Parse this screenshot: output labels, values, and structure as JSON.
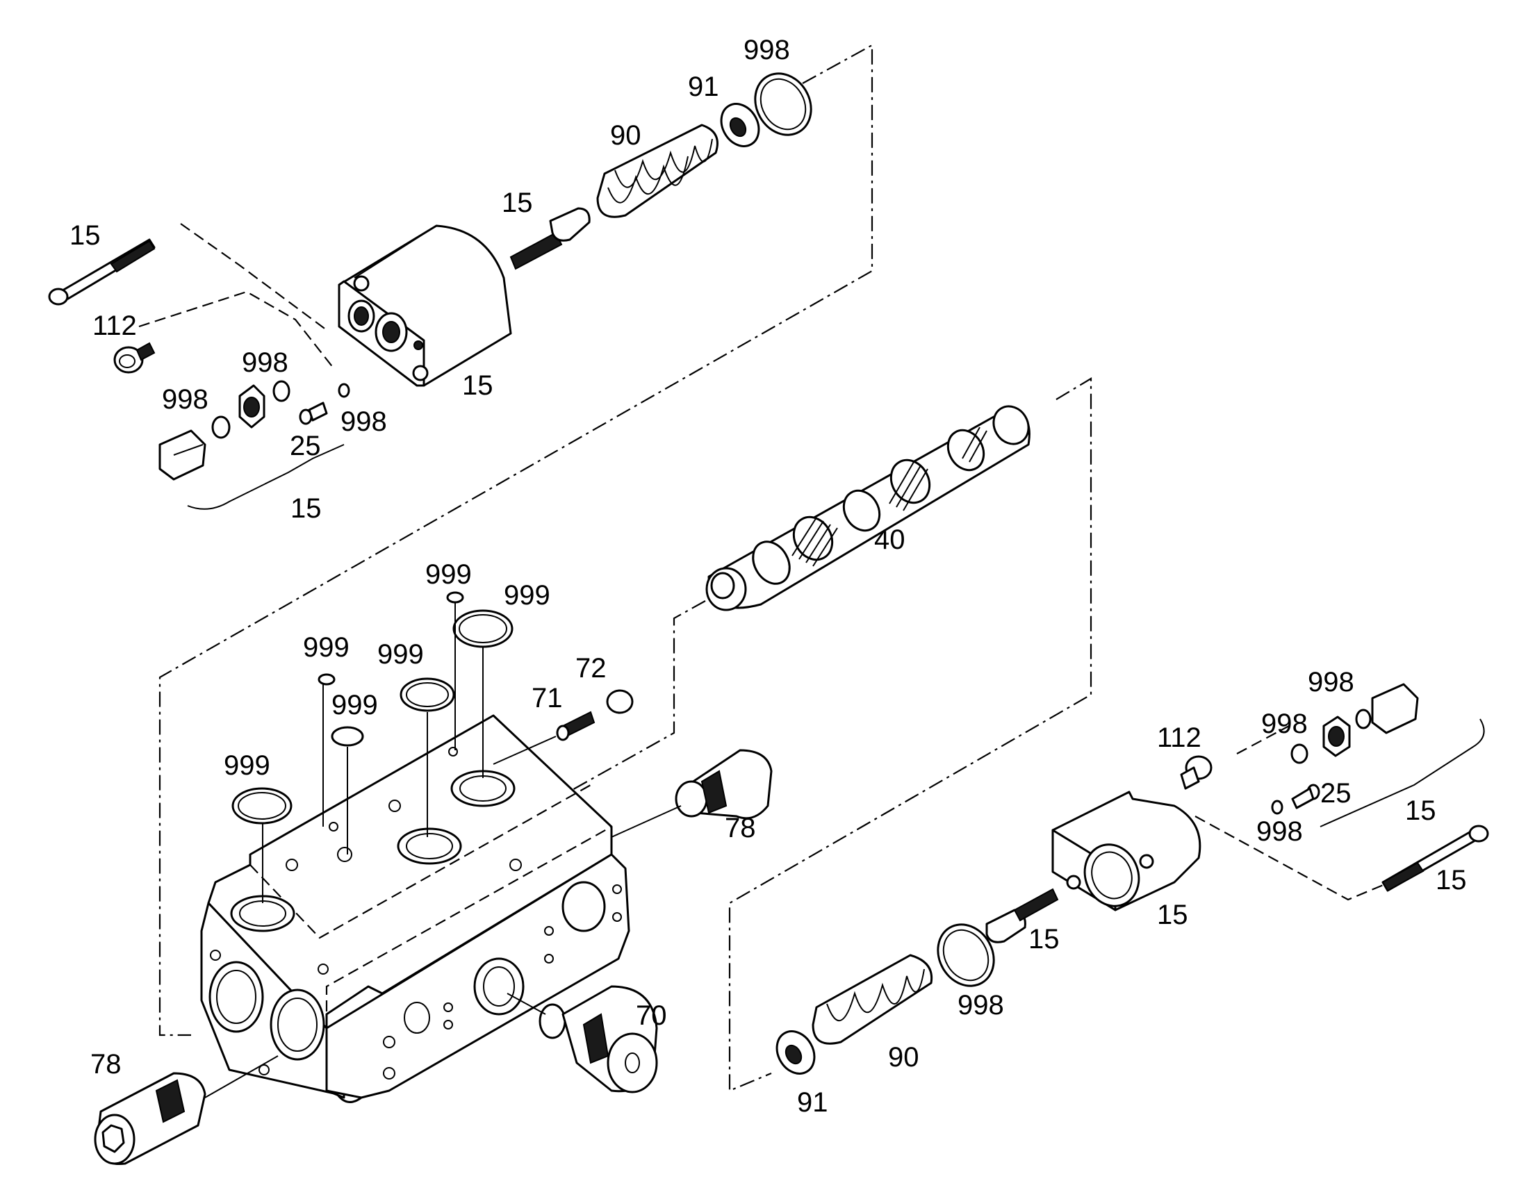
{
  "diagram": {
    "callouts": [
      {
        "id": "c1",
        "text": "998"
      },
      {
        "id": "c2",
        "text": "91"
      },
      {
        "id": "c3",
        "text": "90"
      },
      {
        "id": "c4",
        "text": "15"
      },
      {
        "id": "c5",
        "text": "15"
      },
      {
        "id": "c6",
        "text": "112"
      },
      {
        "id": "c7",
        "text": "998"
      },
      {
        "id": "c8",
        "text": "998"
      },
      {
        "id": "c9",
        "text": "15"
      },
      {
        "id": "c10",
        "text": "998"
      },
      {
        "id": "c11",
        "text": "25"
      },
      {
        "id": "c12",
        "text": "15"
      },
      {
        "id": "c13",
        "text": "40"
      },
      {
        "id": "c14",
        "text": "999"
      },
      {
        "id": "c15",
        "text": "999"
      },
      {
        "id": "c16",
        "text": "999"
      },
      {
        "id": "c17",
        "text": "999"
      },
      {
        "id": "c18",
        "text": "999"
      },
      {
        "id": "c19",
        "text": "72"
      },
      {
        "id": "c20",
        "text": "71"
      },
      {
        "id": "c21",
        "text": "999"
      },
      {
        "id": "c22",
        "text": "78"
      },
      {
        "id": "c23",
        "text": "998"
      },
      {
        "id": "c24",
        "text": "998"
      },
      {
        "id": "c25",
        "text": "112"
      },
      {
        "id": "c26",
        "text": "25"
      },
      {
        "id": "c27",
        "text": "15"
      },
      {
        "id": "c28",
        "text": "998"
      },
      {
        "id": "c29",
        "text": "15"
      },
      {
        "id": "c30",
        "text": "15"
      },
      {
        "id": "c31",
        "text": "15"
      },
      {
        "id": "c32",
        "text": "998"
      },
      {
        "id": "c33",
        "text": "70"
      },
      {
        "id": "c34",
        "text": "90"
      },
      {
        "id": "c35",
        "text": "78"
      },
      {
        "id": "c36",
        "text": "91"
      }
    ]
  }
}
